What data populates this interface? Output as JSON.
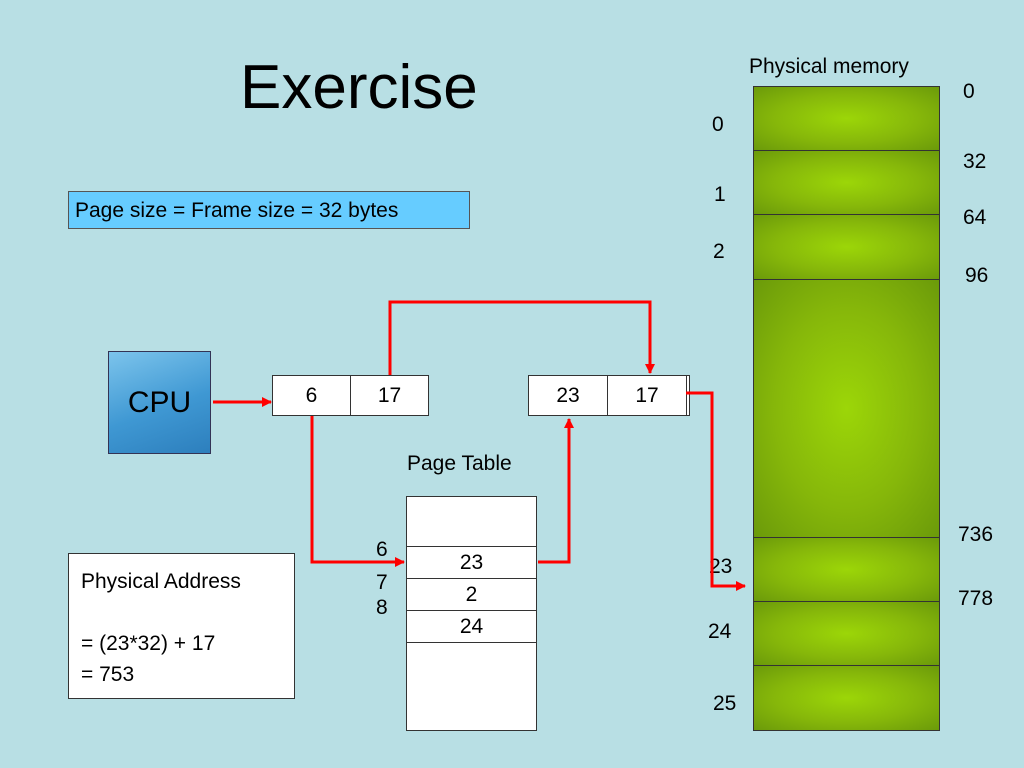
{
  "title": "Exercise",
  "page_size_note": "Page size = Frame size = 32 bytes",
  "cpu_label": "CPU",
  "logical_address": {
    "page": "6",
    "offset": "17"
  },
  "physical_address": {
    "frame": "23",
    "offset": "17"
  },
  "page_table": {
    "label": "Page Table",
    "rows": [
      {
        "index": "6",
        "value": "23"
      },
      {
        "index": "7",
        "value": "2"
      },
      {
        "index": "8",
        "value": "24"
      }
    ]
  },
  "calculation": {
    "heading": "Physical Address",
    "line1": "= (23*32) + 17",
    "line2": "= 753"
  },
  "physical_memory": {
    "label": "Physical memory",
    "frame_numbers": [
      "0",
      "1",
      "2",
      "23",
      "24",
      "25"
    ],
    "addresses": [
      "0",
      "32",
      "64",
      "96",
      "736",
      "778"
    ]
  },
  "colors": {
    "background": "#b8dfe4",
    "arrow": "#ff0000",
    "memory": "#86b70a",
    "cpu": "#4ea6dd",
    "note_box": "#66ccff"
  }
}
